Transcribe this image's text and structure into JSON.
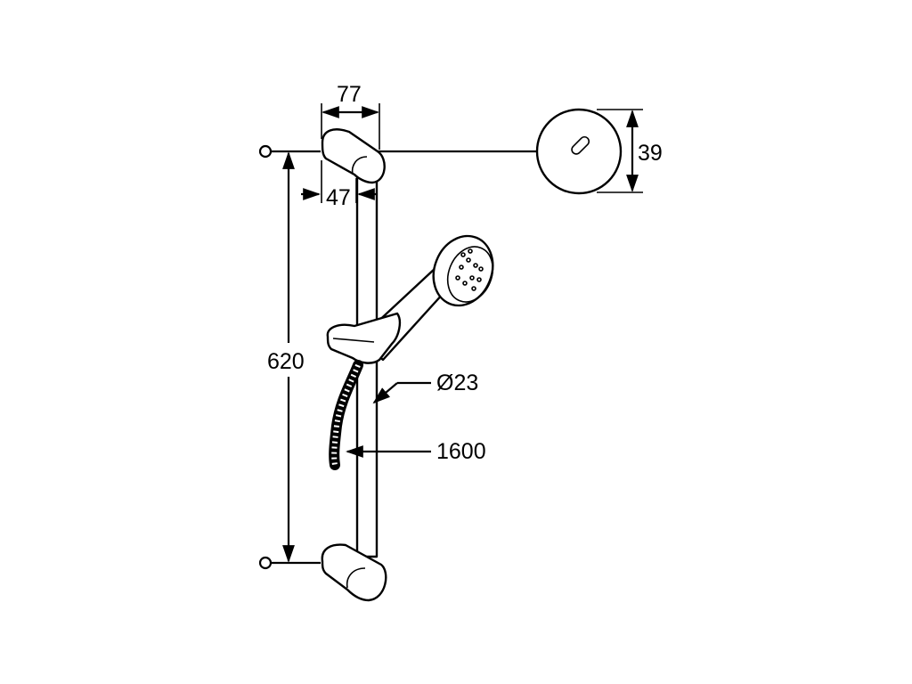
{
  "dimensions": {
    "bracket_width": "77",
    "bracket_projection": "47",
    "height": "620",
    "cover_diameter": "39",
    "rail_diameter": "Ø23",
    "hose_length": "1600"
  }
}
